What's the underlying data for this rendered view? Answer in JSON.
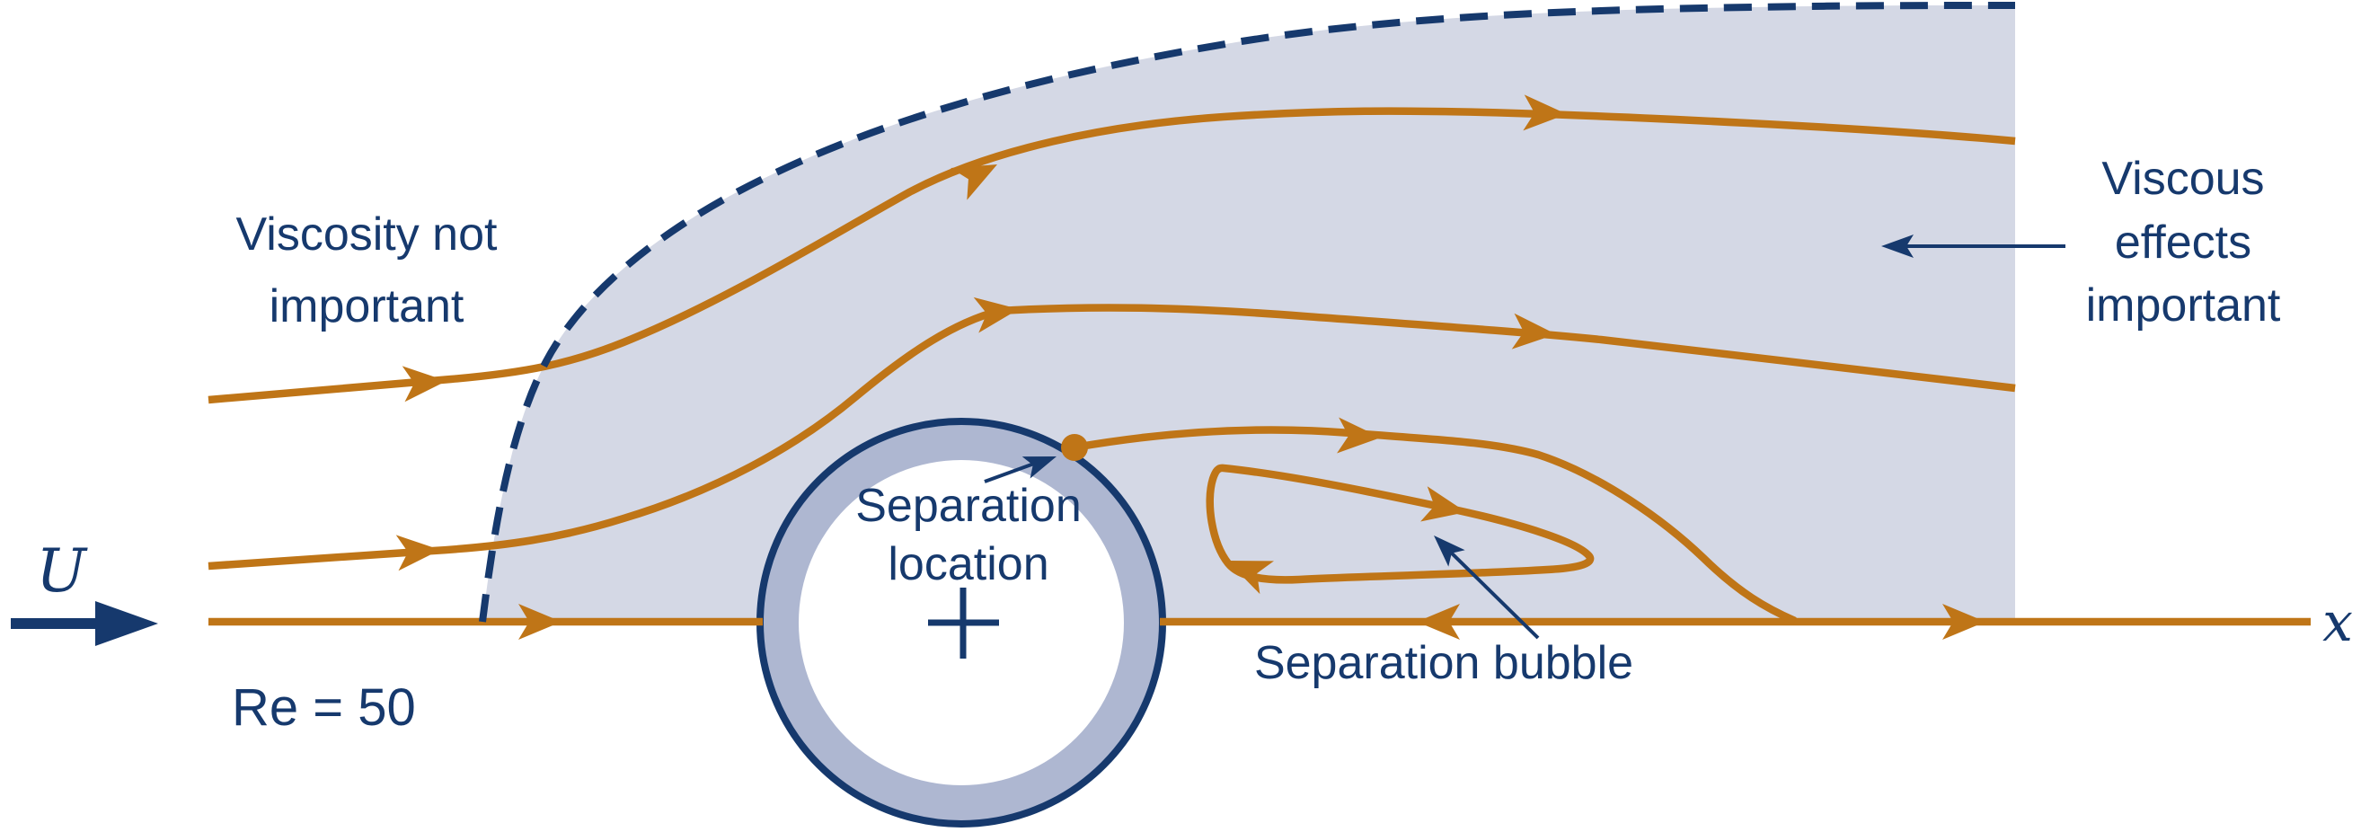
{
  "figure": {
    "labels": {
      "inviscid_line1": "Viscosity not",
      "inviscid_line2": "important",
      "viscous_line1": "Viscous",
      "viscous_line2": "effects",
      "viscous_line3": "important",
      "separation_location_line1": "Separation",
      "separation_location_line2": "location",
      "separation_bubble": "Separation bubble",
      "reynolds": "Re = 50",
      "freestream_velocity": "U",
      "axis": "x"
    },
    "colors": {
      "navy": "#16396d",
      "orange": "#bf7517",
      "shade": "#d4d8e5",
      "ring": "#aeb7d1",
      "bg": "#ffffff"
    }
  }
}
